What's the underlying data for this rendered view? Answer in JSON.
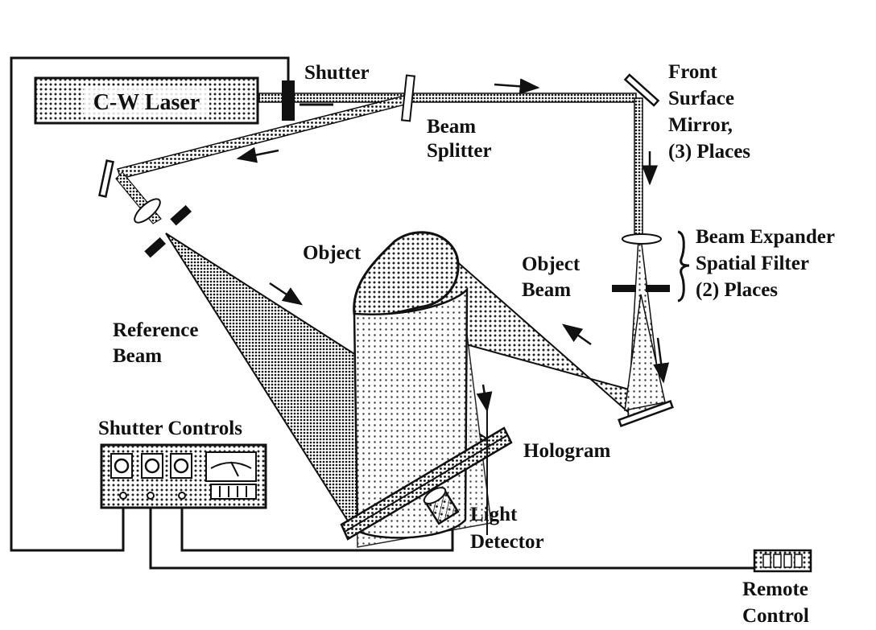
{
  "labels": {
    "laser": "C-W Laser",
    "shutter": "Shutter",
    "beam_splitter": [
      "Beam",
      "Splitter"
    ],
    "front_surface_mirror": [
      "Front",
      "Surface",
      "Mirror,",
      "(3) Places"
    ],
    "beam_expander": [
      "Beam Expander",
      "Spatial Filter",
      "(2) Places"
    ],
    "object": "Object",
    "object_beam": [
      "Object",
      "Beam"
    ],
    "reference_beam": [
      "Reference",
      "Beam"
    ],
    "shutter_controls": "Shutter Controls",
    "hologram": "Hologram",
    "light_detector": [
      "Light",
      "Detector"
    ],
    "remote_control": [
      "Remote",
      "Control"
    ]
  },
  "colors": {
    "ink": "#111111",
    "paper": "#ffffff"
  }
}
